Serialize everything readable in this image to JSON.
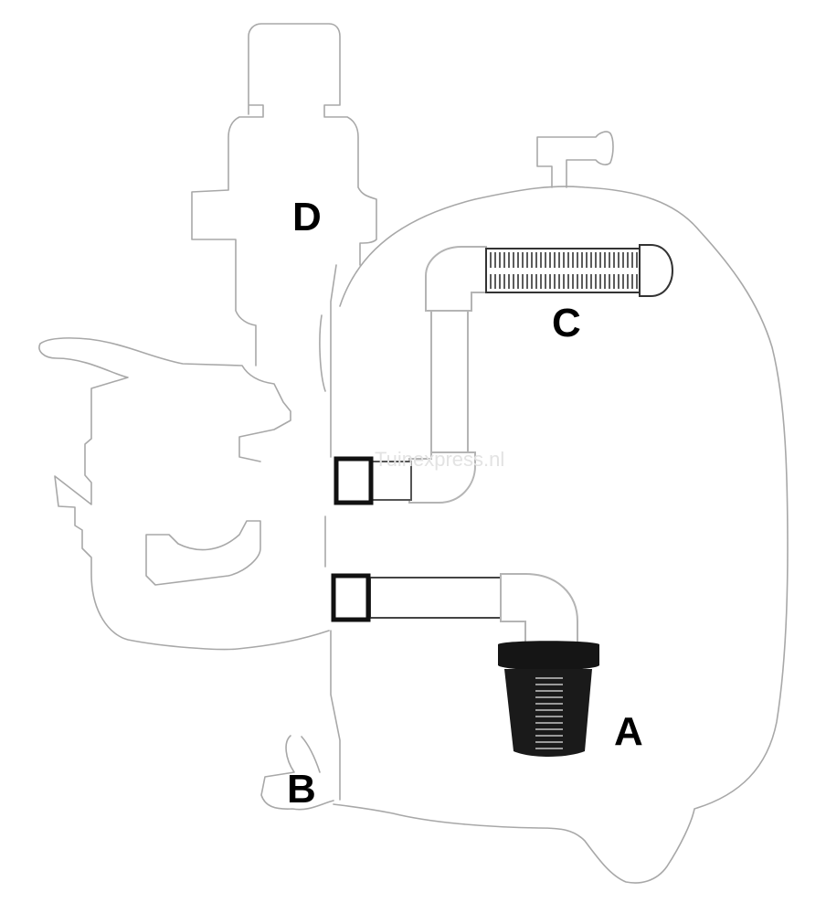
{
  "diagram": {
    "subject": "sand filter with multiport valve, internal laterals and strainer",
    "labels": {
      "A": "A",
      "B": "B",
      "C": "C",
      "D": "D"
    },
    "parts": [
      {
        "id": "A",
        "description": "bottom strainer basket (collector)"
      },
      {
        "id": "B",
        "description": "drain plug / drain valve"
      },
      {
        "id": "C",
        "description": "top diffuser / lateral pipe"
      },
      {
        "id": "D",
        "description": "multiport valve"
      }
    ],
    "watermark": "Tuinexpress.nl",
    "colors": {
      "outline": "#a8a8a8",
      "connector": "#111111",
      "strainer": "#151515",
      "label": "#000000",
      "background": "#ffffff"
    }
  }
}
